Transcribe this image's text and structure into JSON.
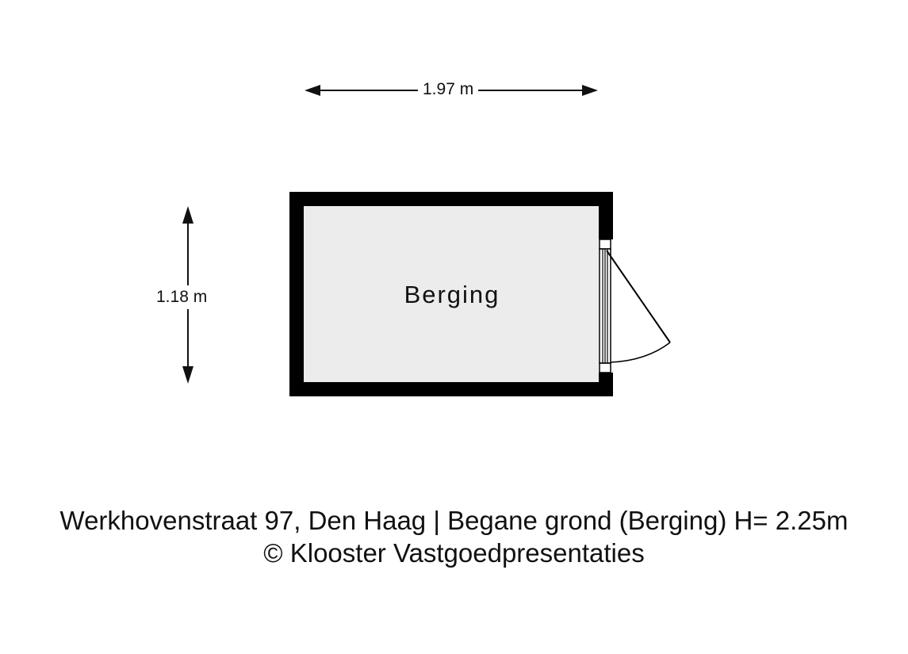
{
  "floorplan": {
    "dimensions": {
      "width_label": "1.97 m",
      "height_label": "1.18 m"
    },
    "rooms": [
      {
        "name": "Berging"
      }
    ],
    "colors": {
      "wall": "#000000",
      "floor": "#ececec",
      "background": "#ffffff"
    }
  },
  "caption": {
    "line1": "Werkhovenstraat 97, Den Haag | Begane grond (Berging) H= 2.25m",
    "line2": "© Klooster Vastgoedpresentaties"
  }
}
